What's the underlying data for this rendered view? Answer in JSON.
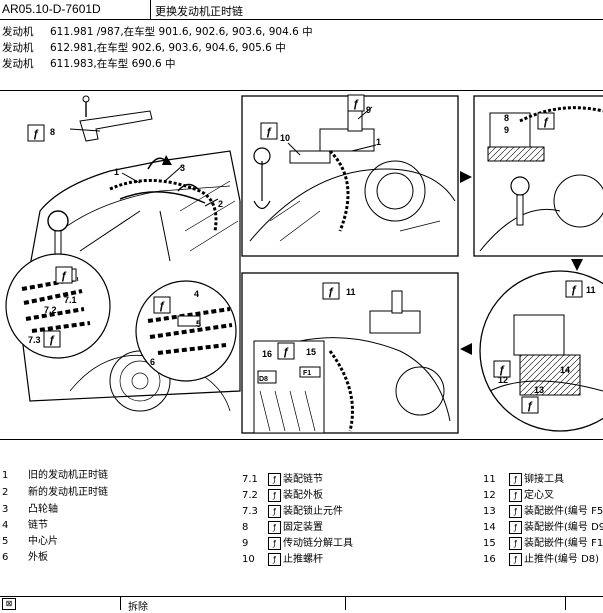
{
  "header": {
    "doc_number": "AR05.10-D-7601D",
    "title": "更换发动机正时链"
  },
  "engines": [
    {
      "label": "发动机",
      "text": "611.981 /987,在车型 901.6, 902.6, 903.6, 904.6 中"
    },
    {
      "label": "发动机",
      "text": "612.981,在车型 902.6, 903.6, 904.6, 905.6 中"
    },
    {
      "label": "发动机",
      "text": "611.983,在车型 690.6 中"
    }
  ],
  "figure": {
    "panel1": {
      "callouts": [
        "8",
        "1",
        "3",
        "2",
        "7.1",
        "7.2",
        "7.3",
        "4",
        "5",
        "6"
      ]
    },
    "panel2": {
      "callouts": [
        "9",
        "10",
        "1"
      ]
    },
    "panel3": {
      "callouts": [
        "8",
        "9"
      ]
    },
    "panel4": {
      "callouts": [
        "11",
        "16",
        "15",
        "D8",
        "F1"
      ]
    },
    "panel5": {
      "callouts": [
        "11",
        "12",
        "13",
        "14"
      ]
    }
  },
  "legend": {
    "col1": [
      {
        "num": "1",
        "text": "旧的发动机正时链"
      },
      {
        "num": "2",
        "text": "新的发动机正时链"
      },
      {
        "num": "3",
        "text": "凸轮轴"
      },
      {
        "num": "4",
        "text": "链节"
      },
      {
        "num": "5",
        "text": "中心片"
      },
      {
        "num": "6",
        "text": "外板"
      }
    ],
    "col2": [
      {
        "num": "7.1",
        "text": "装配链节"
      },
      {
        "num": "7.2",
        "text": "装配外板"
      },
      {
        "num": "7.3",
        "text": "装配锁止元件"
      },
      {
        "num": "8",
        "text": "固定装置"
      },
      {
        "num": "9",
        "text": "传动链分解工具"
      },
      {
        "num": "10",
        "text": "止推螺杆"
      }
    ],
    "col3": [
      {
        "num": "11",
        "text": "铆接工具"
      },
      {
        "num": "12",
        "text": "定心叉"
      },
      {
        "num": "13",
        "text": "装配嵌件(编号 F5"
      },
      {
        "num": "14",
        "text": "装配嵌件(编号 D9"
      },
      {
        "num": "15",
        "text": "装配嵌件(编号 F1"
      },
      {
        "num": "16",
        "text": "止推件(编号 D8)"
      }
    ]
  },
  "footer": {
    "text": "拆除"
  },
  "colors": {
    "ink": "#000000",
    "paper": "#ffffff"
  }
}
